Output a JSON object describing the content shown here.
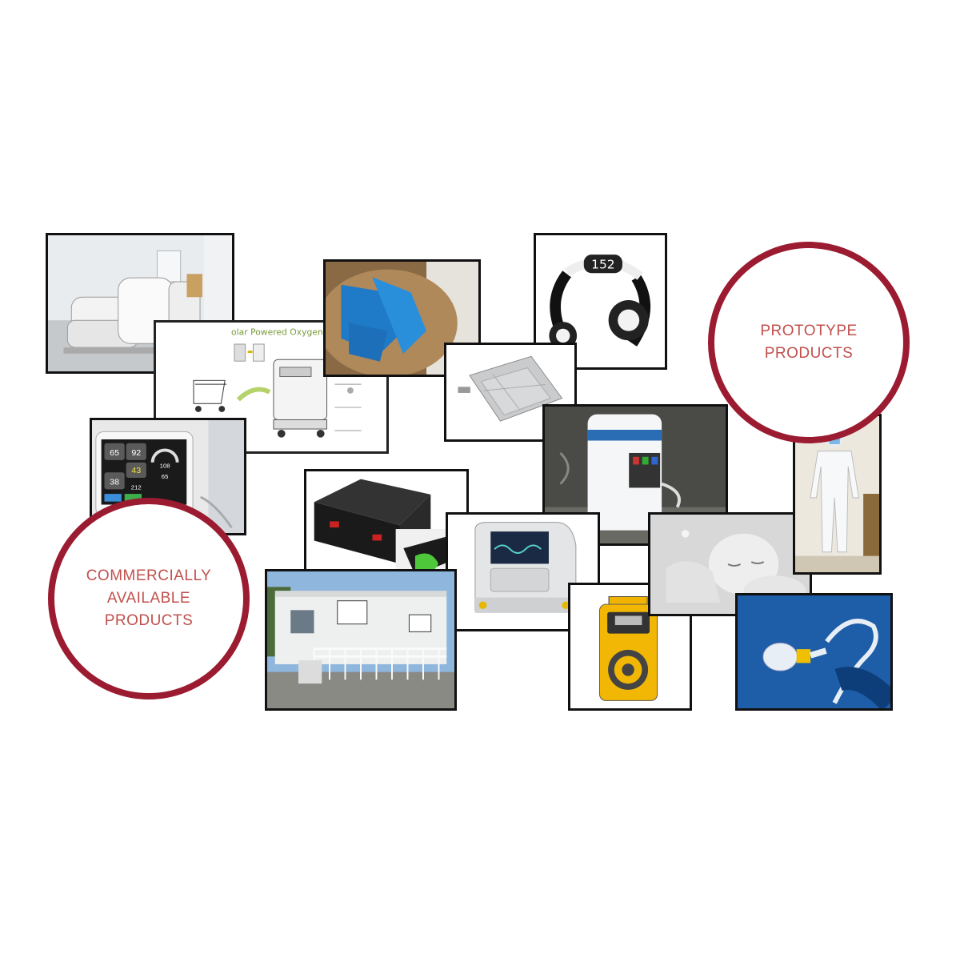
{
  "labels": {
    "prototype": "PROTOTYPE\nPRODUCTS",
    "commercial": "COMMERCIALLY\nAVAILABLE\nPRODUCTS"
  },
  "photos": {
    "solar_title": "olar Powered Oxygen",
    "monitor_values": [
      "65",
      "92",
      "43",
      "38",
      "212",
      "108",
      "65"
    ],
    "wearable_reading": "152"
  },
  "colors": {
    "circle_border": "#9b1b30",
    "label_text": "#c0504d"
  }
}
